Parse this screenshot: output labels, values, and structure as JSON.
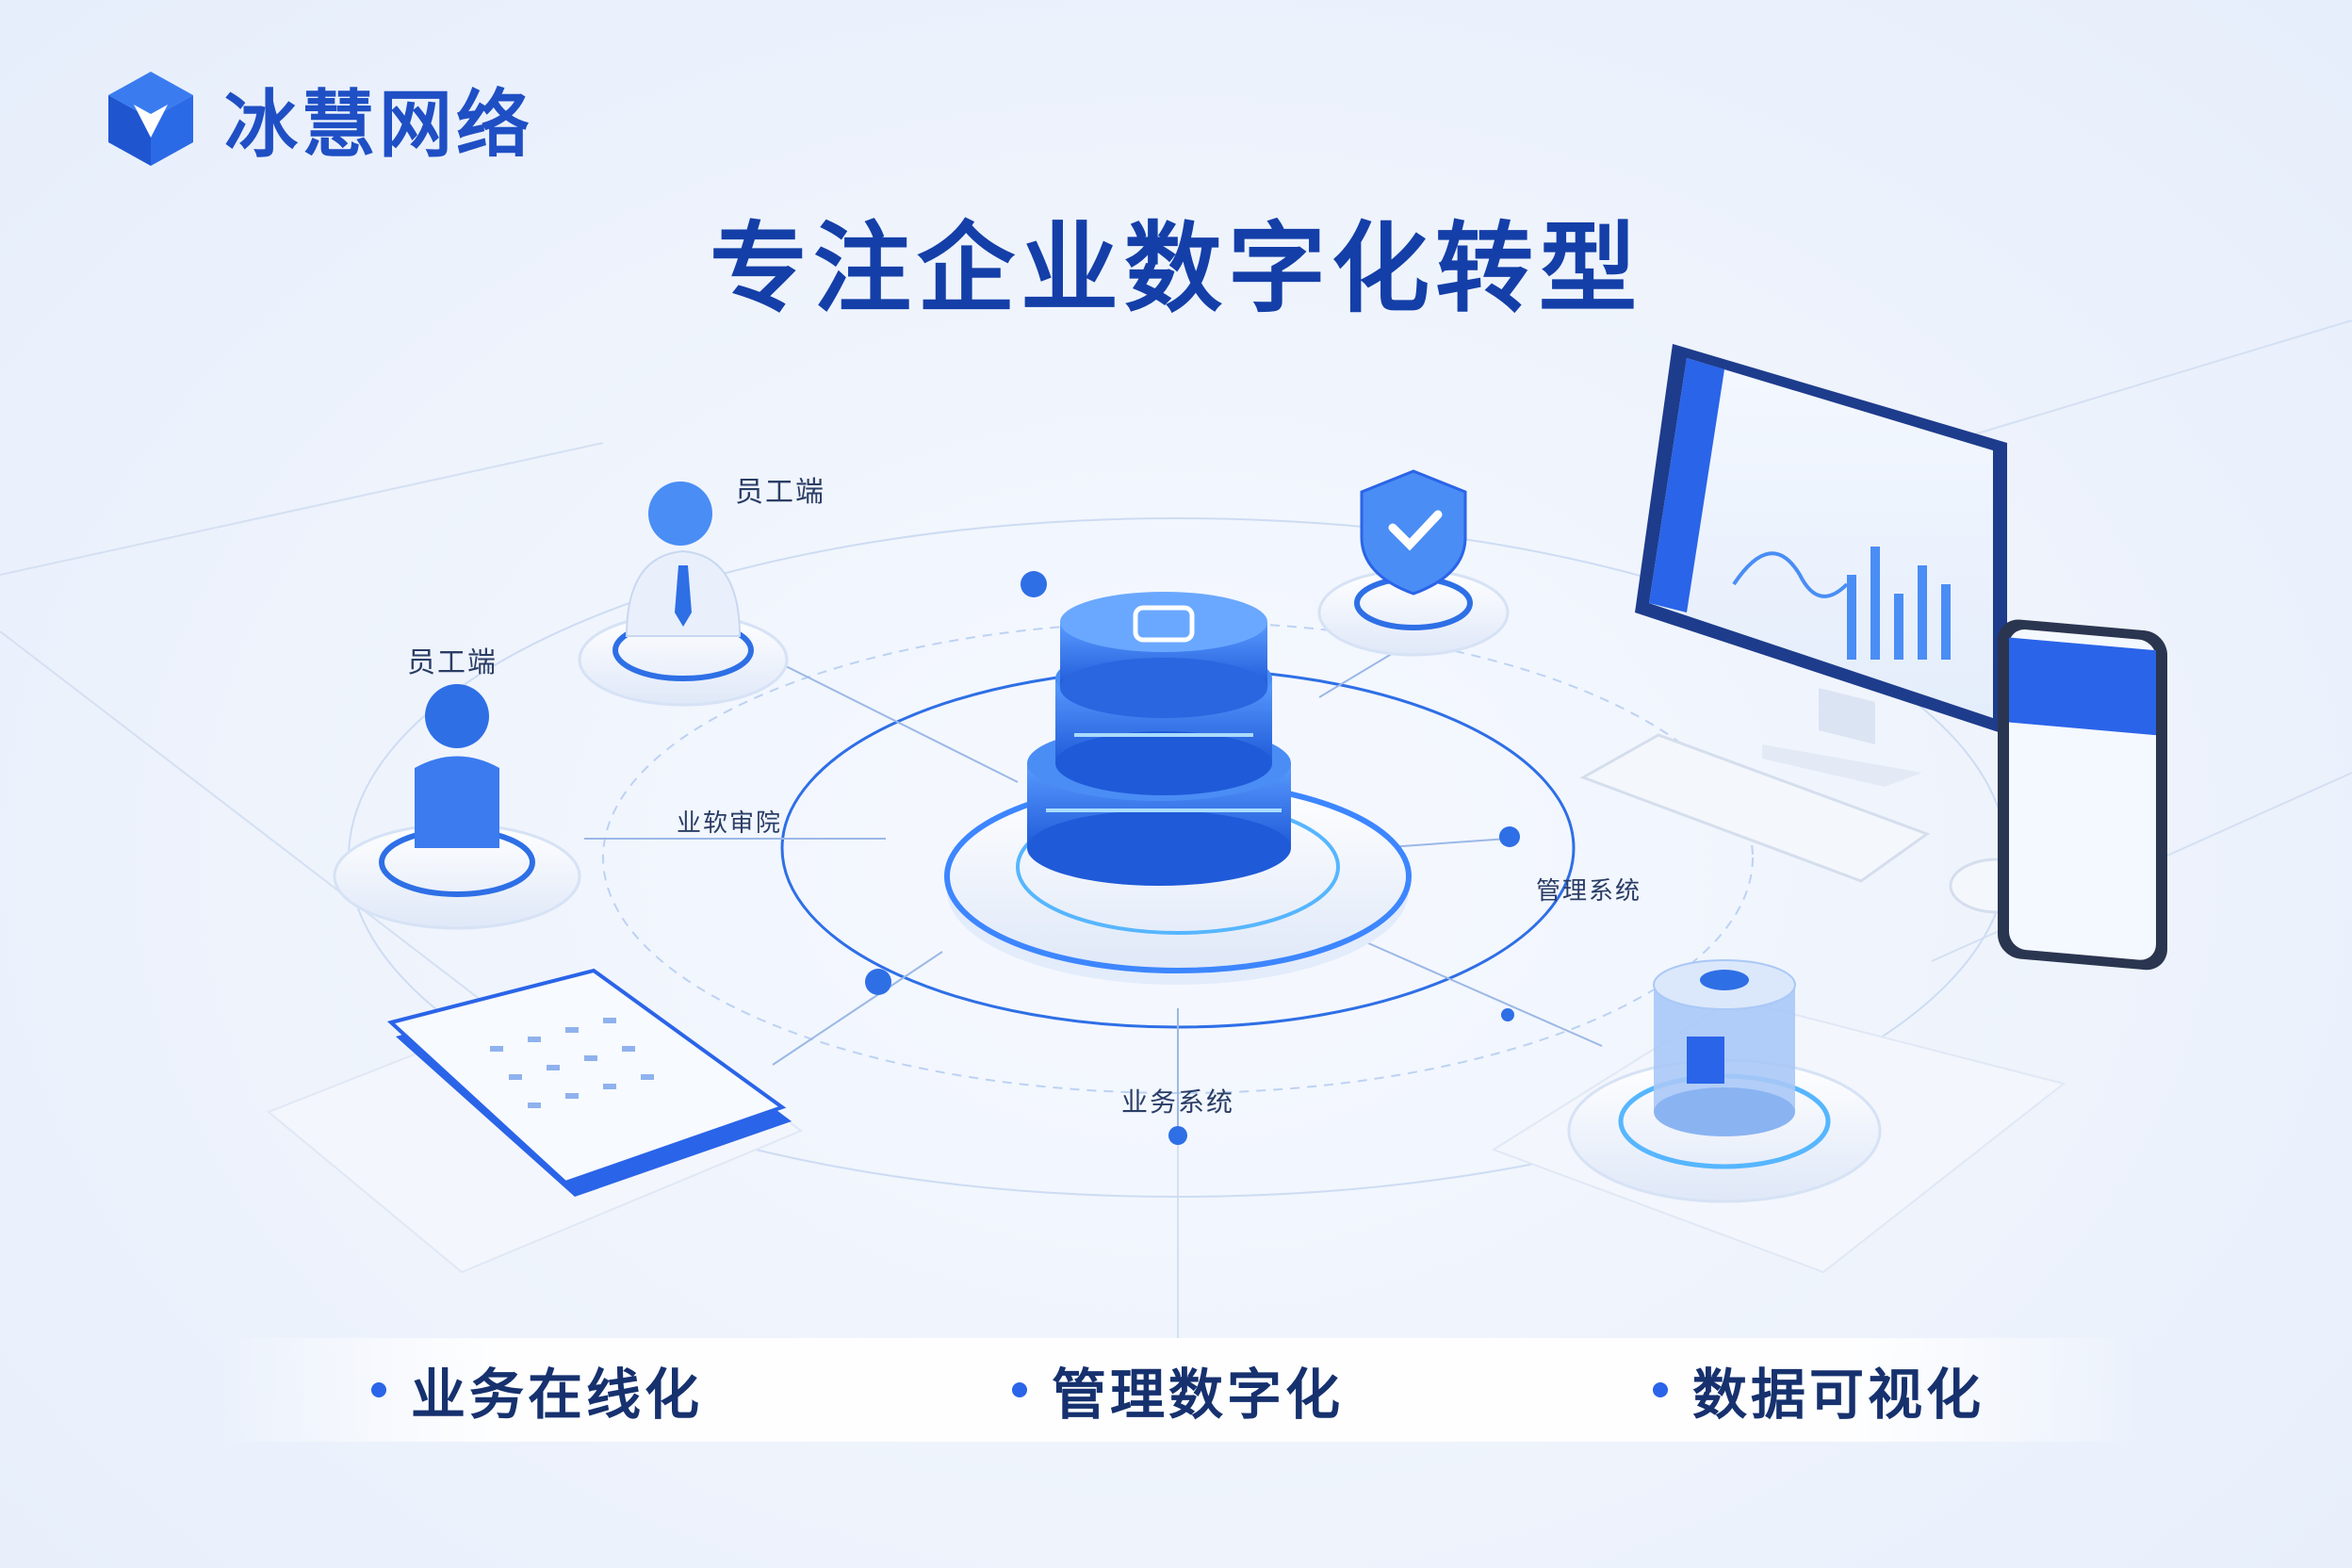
{
  "brand": {
    "name": "冰慧网络",
    "logo_icon": "cube-logo-icon"
  },
  "headline": "专注企业数字化转型",
  "diagram": {
    "labels": {
      "employee_top": "员工端",
      "employee_left": "员工端",
      "business_left": "业软审院",
      "management": "管理系统",
      "business_bottom": "业务系统"
    }
  },
  "features": [
    {
      "label": "业务在线化"
    },
    {
      "label": "管理数字化"
    },
    {
      "label": "数据可视化"
    }
  ],
  "colors": {
    "primary": "#2a64e8",
    "dark_blue": "#143fa8",
    "light_bg": "#eef3fc"
  }
}
